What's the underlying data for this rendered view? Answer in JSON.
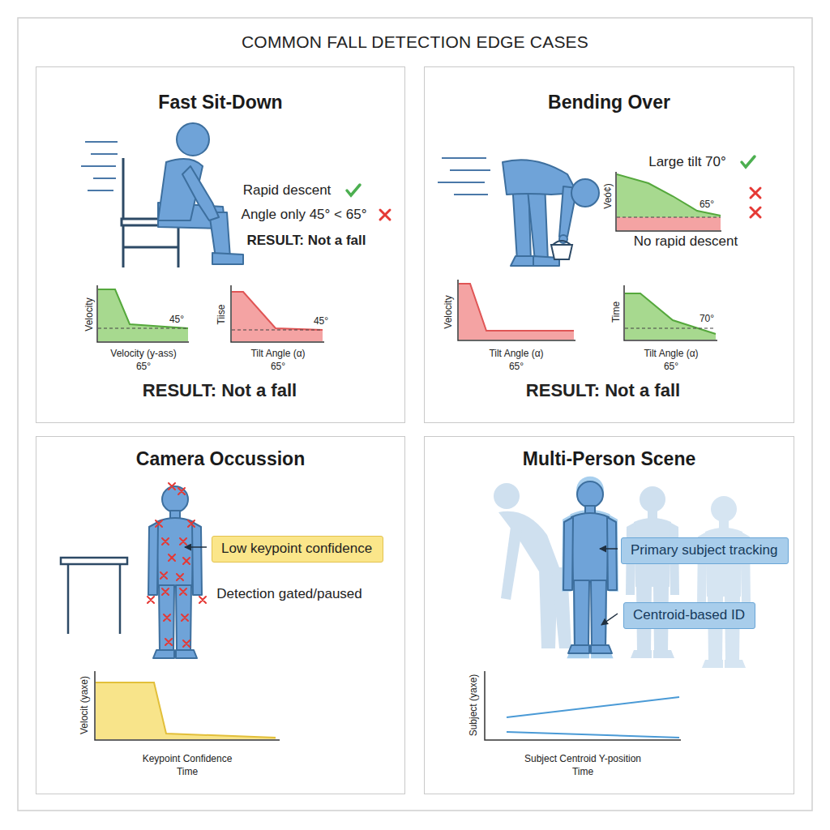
{
  "diagram": {
    "title": "COMMON FALL DETECTION EDGE CASES",
    "nodes": [
      {
        "text": [
          "Fast Sit-Down"
        ]
      },
      {
        "text": [
          "Bending Over"
        ]
      },
      {
        "text": [
          "Camera Occussion"
        ]
      },
      {
        "text": [
          "Low keypoint confidence"
        ],
        "in": 2
      },
      {
        "text": [
          "Multi-Person Scene"
        ]
      },
      {
        "text": [
          "Primary subject tracking"
        ],
        "in": 4
      },
      {
        "text": [
          "Centroid-based ID"
        ],
        "in": 4
      }
    ],
    "labels": [
      "Rapid descent",
      "Angle only 45° < 65°",
      "RESULT: Not a fall",
      "Velocity",
      "45°",
      "Velocity (y-ass)",
      "65°",
      "Tiise",
      "45°",
      "Tilt Angle (α)",
      "65°",
      "RESULT: Not a fall",
      "Large tilt 70°",
      "Veó¢)",
      "65°",
      "No rapid descent",
      "Velocity",
      "Tilt Angle (α)",
      "65°",
      "Time",
      "70°",
      "Tilt Angle (α)",
      "65°",
      "RESULT: Not a fall",
      "Detection gated/paused",
      "Velocit (yaxe)",
      "Keypoint Confidence",
      "Time",
      "Subject (yaxe)",
      "Subject Centroid Y-position",
      "Time"
    ]
  }
}
